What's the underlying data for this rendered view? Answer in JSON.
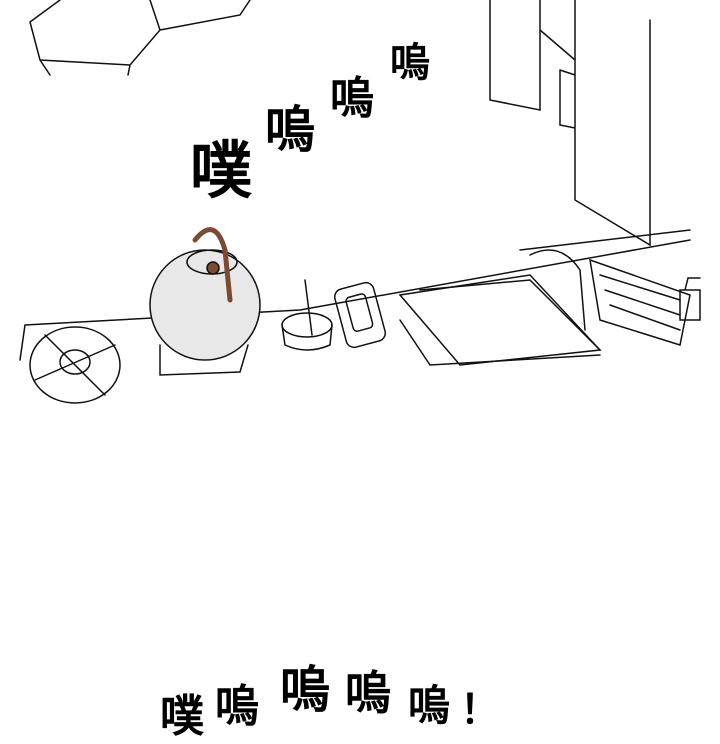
{
  "sfx_top": [
    "噗",
    "嗚",
    "嗚",
    "嗚"
  ],
  "sfx_bottom": [
    "噗",
    "嗚",
    "嗚",
    "嗚",
    "嗚",
    "！"
  ],
  "colors": {
    "ink": "#111111",
    "kettle": "#e8e8e8",
    "handle": "#7a4a32",
    "paper": "#ffffff"
  }
}
